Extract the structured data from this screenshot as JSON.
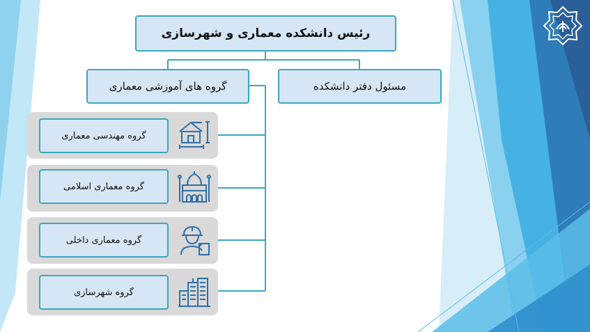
{
  "org_chart": {
    "head": {
      "label": "رئیس دانشکده معماری و شهرسازی"
    },
    "office": {
      "label": "مسئول دفتر دانشکده"
    },
    "departments": {
      "label": "گروه های آموزشی معماری"
    },
    "groups": [
      {
        "label": "گروه مهندسی معماری",
        "icon": "house-blueprint-icon"
      },
      {
        "label": "گروه معماری اسلامی",
        "icon": "mosque-icon"
      },
      {
        "label": "گروه معماری داخلی",
        "icon": "architect-helmet-icon"
      },
      {
        "label": "گروه شهرسازی",
        "icon": "city-buildings-icon"
      }
    ]
  },
  "theme": {
    "box_fill": "#d6e6f4",
    "box_border": "#3aa6bd",
    "connector": "#3aa6bd",
    "panel_fill": "#d9d9d9",
    "accent_blue": "#2f6ea7"
  },
  "logo": {
    "icon": "university-emblem-icon"
  }
}
